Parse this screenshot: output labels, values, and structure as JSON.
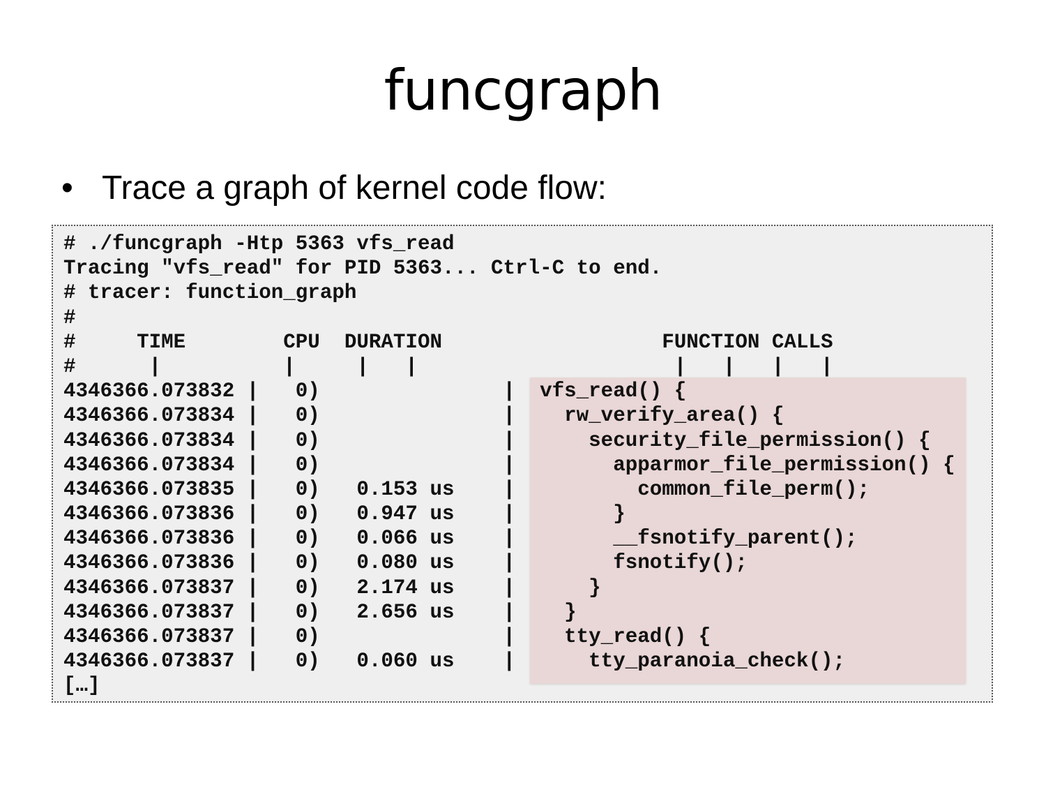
{
  "title": "funcgraph",
  "bullet": {
    "symbol": "•",
    "text": "Trace a graph of kernel code flow:"
  },
  "code": {
    "header_lines": [
      "# ./funcgraph -Htp 5363 vfs_read",
      "Tracing \"vfs_read\" for PID 5363... Ctrl-C to end.",
      "# tracer: function_graph",
      "#",
      "#     TIME        CPU  DURATION                  FUNCTION CALLS",
      "#      |          |     |   |                     |   |   |   |"
    ],
    "trace_rows": [
      {
        "time": "4346366.073832",
        "cpu": "0)",
        "duration": "",
        "call": "vfs_read() {"
      },
      {
        "time": "4346366.073834",
        "cpu": "0)",
        "duration": "",
        "call": "  rw_verify_area() {"
      },
      {
        "time": "4346366.073834",
        "cpu": "0)",
        "duration": "",
        "call": "    security_file_permission() {"
      },
      {
        "time": "4346366.073834",
        "cpu": "0)",
        "duration": "",
        "call": "      apparmor_file_permission() {"
      },
      {
        "time": "4346366.073835",
        "cpu": "0)",
        "duration": "0.153 us",
        "call": "        common_file_perm();"
      },
      {
        "time": "4346366.073836",
        "cpu": "0)",
        "duration": "0.947 us",
        "call": "      }"
      },
      {
        "time": "4346366.073836",
        "cpu": "0)",
        "duration": "0.066 us",
        "call": "      __fsnotify_parent();"
      },
      {
        "time": "4346366.073836",
        "cpu": "0)",
        "duration": "0.080 us",
        "call": "      fsnotify();"
      },
      {
        "time": "4346366.073837",
        "cpu": "0)",
        "duration": "2.174 us",
        "call": "    }"
      },
      {
        "time": "4346366.073837",
        "cpu": "0)",
        "duration": "2.656 us",
        "call": "  }"
      },
      {
        "time": "4346366.073837",
        "cpu": "0)",
        "duration": "",
        "call": "  tty_read() {"
      },
      {
        "time": "4346366.073837",
        "cpu": "0)",
        "duration": "0.060 us",
        "call": "    tty_paranoia_check();"
      }
    ],
    "footer_line": "[…]"
  },
  "colors": {
    "code_background": "#efefef",
    "highlight_background": "#e9d6d6"
  }
}
